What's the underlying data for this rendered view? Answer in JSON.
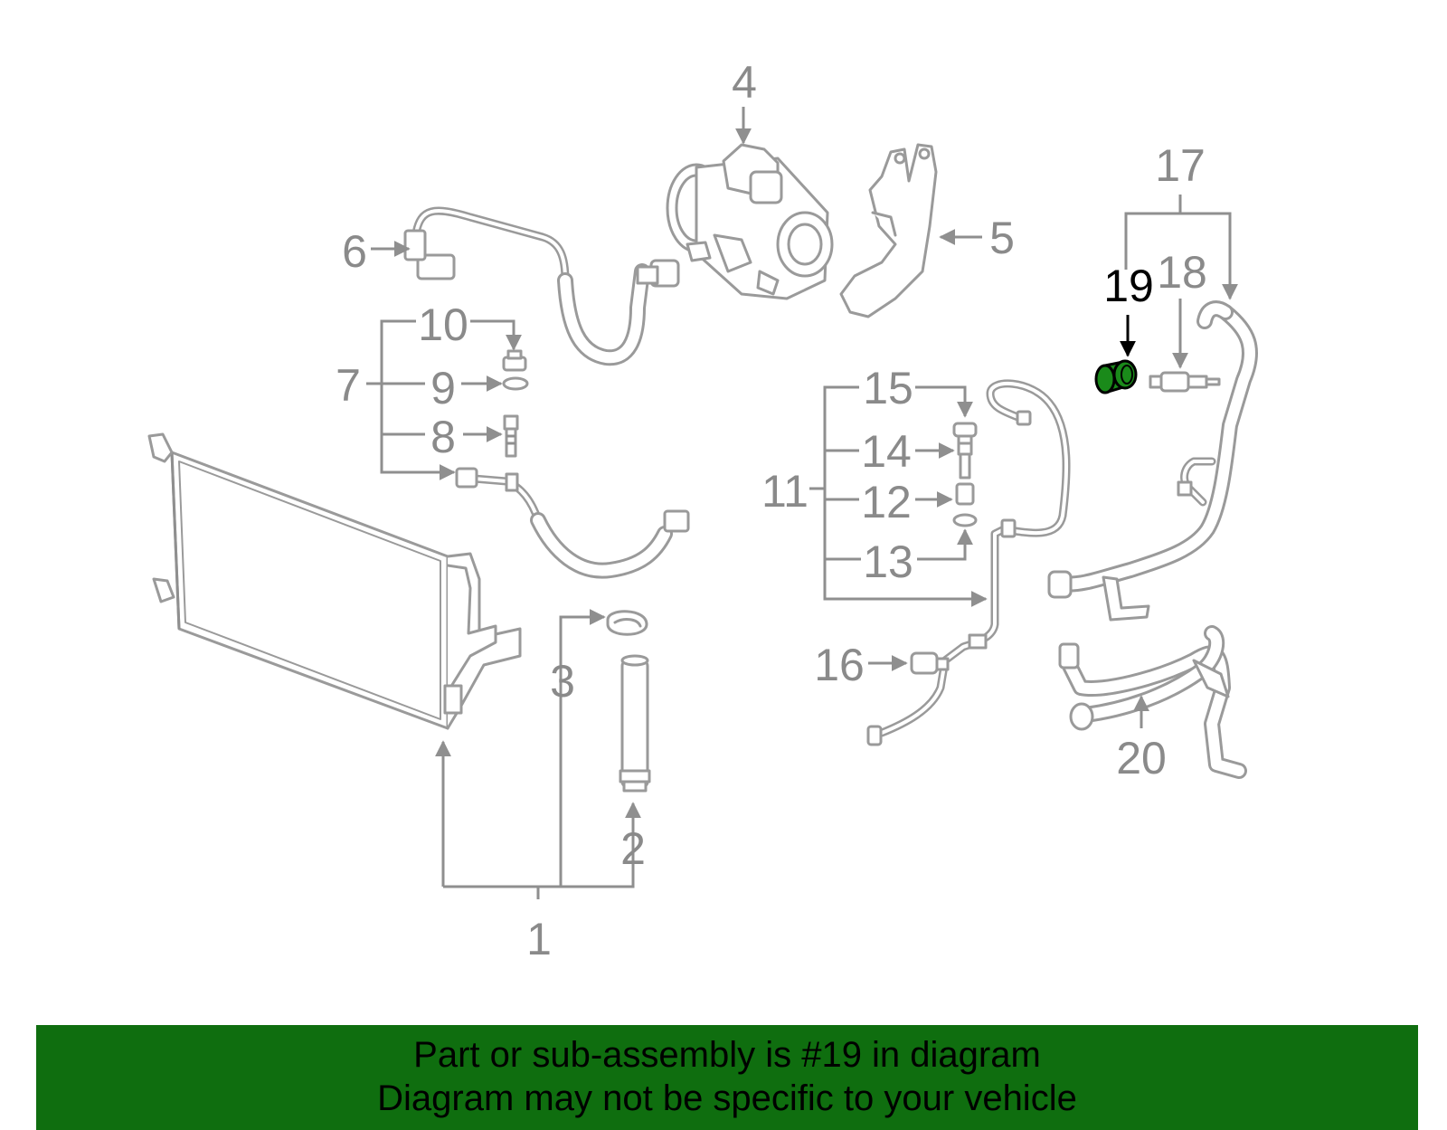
{
  "callouts": {
    "c1": "1",
    "c2": "2",
    "c3": "3",
    "c4": "4",
    "c5": "5",
    "c6": "6",
    "c7": "7",
    "c8": "8",
    "c9": "9",
    "c10": "10",
    "c11": "11",
    "c12": "12",
    "c13": "13",
    "c14": "14",
    "c15": "15",
    "c16": "16",
    "c17": "17",
    "c18": "18",
    "c19": "19",
    "c20": "20"
  },
  "highlighted_part": "19",
  "colors": {
    "line_art": "#9a9a9a",
    "highlight_part": "#1a8a1a",
    "banner_background": "#0f6e0f",
    "banner_text": "#000000"
  },
  "banner": {
    "line1": "Part or sub-assembly is #19 in diagram",
    "line2": "Diagram may not be specific to your vehicle"
  }
}
